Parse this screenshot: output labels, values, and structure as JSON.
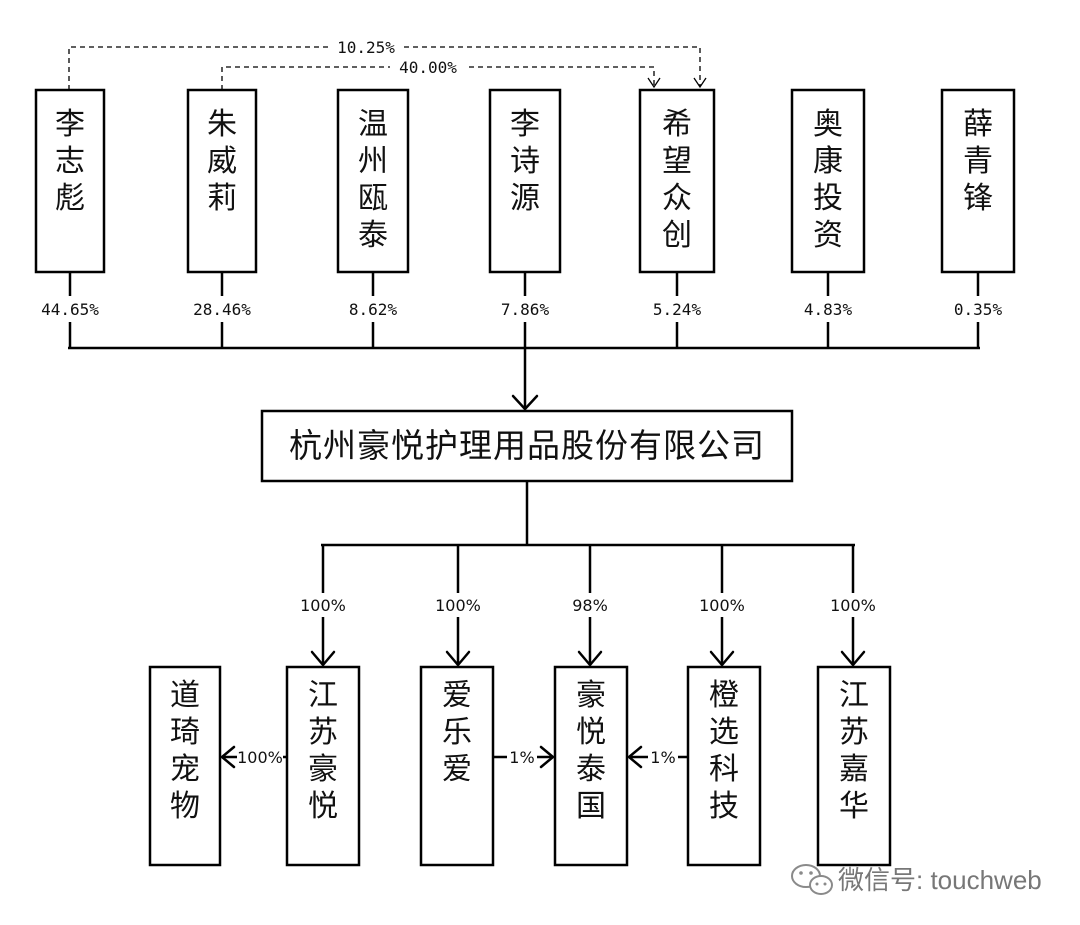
{
  "shareholders": [
    {
      "name": "李志彪",
      "pct": "44.65%"
    },
    {
      "name": "朱威莉",
      "pct": "28.46%"
    },
    {
      "name": "温州瓯泰",
      "pct": "8.62%"
    },
    {
      "name": "李诗源",
      "pct": "7.86%"
    },
    {
      "name": "希望众创",
      "pct": "5.24%"
    },
    {
      "name": "奥康投资",
      "pct": "4.83%"
    },
    {
      "name": "薛青锋",
      "pct": "0.35%"
    }
  ],
  "indirect": [
    {
      "label": "10.25%",
      "from": "李志彪",
      "to": "希望众创"
    },
    {
      "label": "40.00%",
      "from": "朱威莉",
      "to": "希望众创"
    }
  ],
  "company": "杭州豪悦护理用品股份有限公司",
  "subsidiaries": [
    {
      "name": "江苏豪悦",
      "pct": "100%"
    },
    {
      "name": "爱乐爱",
      "pct": "100%"
    },
    {
      "name": "豪悦泰国",
      "pct": "98%"
    },
    {
      "name": "橙选科技",
      "pct": "100%"
    },
    {
      "name": "江苏嘉华",
      "pct": "100%"
    }
  ],
  "second_level": [
    {
      "name": "道琦宠物",
      "pct": "100%",
      "parent": "江苏豪悦"
    }
  ],
  "cross_holdings": [
    {
      "label": "1%",
      "from": "爱乐爱",
      "to": "豪悦泰国"
    },
    {
      "label": "1%",
      "from": "橙选科技",
      "to": "豪悦泰国"
    }
  ],
  "watermark": "微信号: touchweb"
}
